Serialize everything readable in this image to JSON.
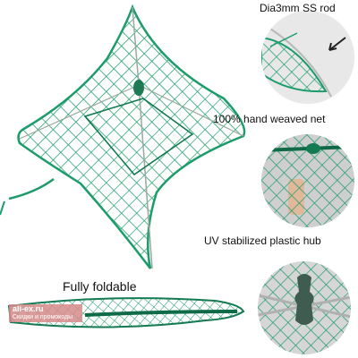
{
  "captions": {
    "rod": "Dia3mm SS rod",
    "net": "100% hand weaved net",
    "hub": "UV stabilized plastic hub",
    "foldable": "Fully foldable"
  },
  "watermark": {
    "brand": "ali-ex.ru",
    "tagline": "Скидки и промокоды"
  },
  "colors": {
    "net": "#1d9c6b",
    "net_dark": "#137a52",
    "background": "#ffffff",
    "circle_bg": "#d9d9d9"
  },
  "icons": [
    "arrow-icon"
  ]
}
